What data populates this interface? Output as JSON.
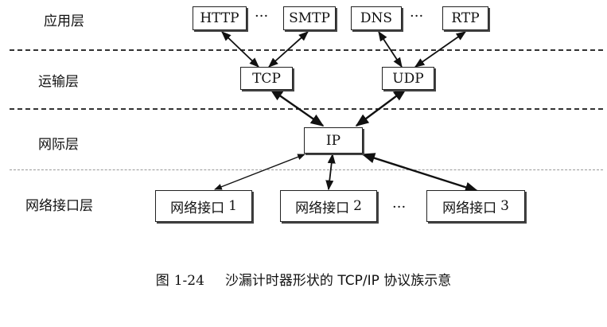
{
  "layers": {
    "application": "应用层",
    "transport": "运输层",
    "internet": "网际层",
    "network_interface": "网络接口层"
  },
  "application_protocols": [
    "HTTP",
    "SMTP",
    "DNS",
    "RTP"
  ],
  "transport_protocols": [
    "TCP",
    "UDP"
  ],
  "internet_protocol": "IP",
  "network_interfaces": [
    {
      "label": "网络接口",
      "number": "1"
    },
    {
      "label": "网络接口",
      "number": "2"
    },
    {
      "label": "网络接口",
      "number": "3"
    }
  ],
  "ellipsis": "···",
  "caption": {
    "prefix": "图",
    "number": "1-24",
    "text": "沙漏计时器形状的 TCP/IP 协议族示意"
  }
}
